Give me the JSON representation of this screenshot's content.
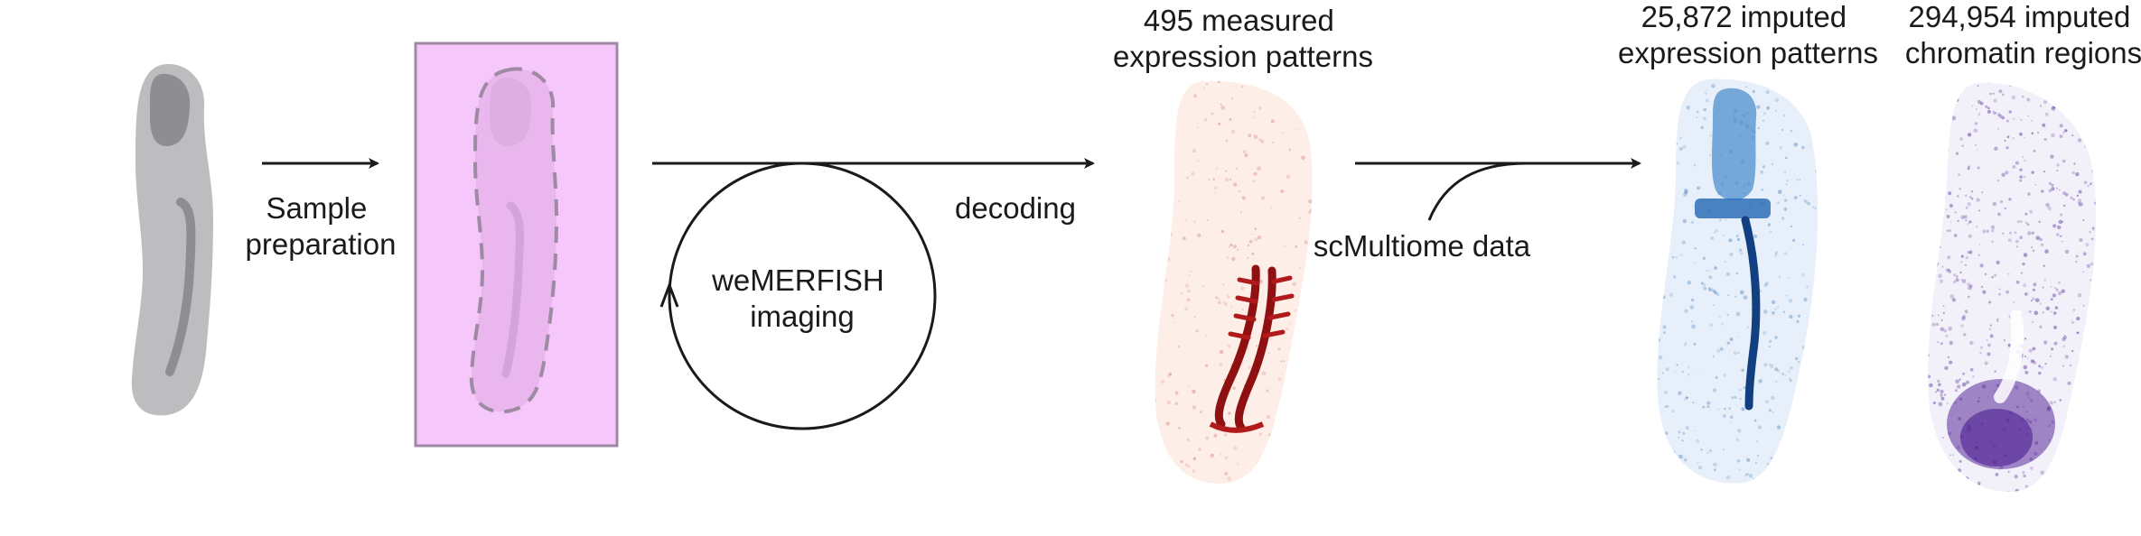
{
  "diagram": {
    "steps": {
      "sample_prep": {
        "line1": "Sample",
        "line2": "preparation"
      },
      "imaging": {
        "line1": "weMERFISH",
        "line2": "imaging"
      },
      "decoding": {
        "label": "decoding"
      },
      "integration": {
        "label": "scMultiome data"
      }
    },
    "panels": {
      "measured": {
        "line1": "495 measured",
        "line2": "expression patterns"
      },
      "imputed_expression": {
        "line1": "25,872 imputed",
        "line2": "expression patterns"
      },
      "imputed_chromatin": {
        "line1": "294,954 imputed",
        "line2": "chromatin regions"
      }
    },
    "colors": {
      "embryo_fill": "#bdbdbf",
      "embryo_dark": "#8e8e91",
      "slide_fill": "#f5c7fb",
      "slide_border": "#9e8aa3",
      "measured_color": "#b01a1a",
      "expression_color": "#1f5fa8",
      "chromatin_color": "#4b1f8f",
      "arrow": "#1a1a1a"
    },
    "icons": [
      "embryo-icon",
      "slide-icon",
      "cycle-arrow-icon",
      "scatter-embryo-icon"
    ]
  }
}
